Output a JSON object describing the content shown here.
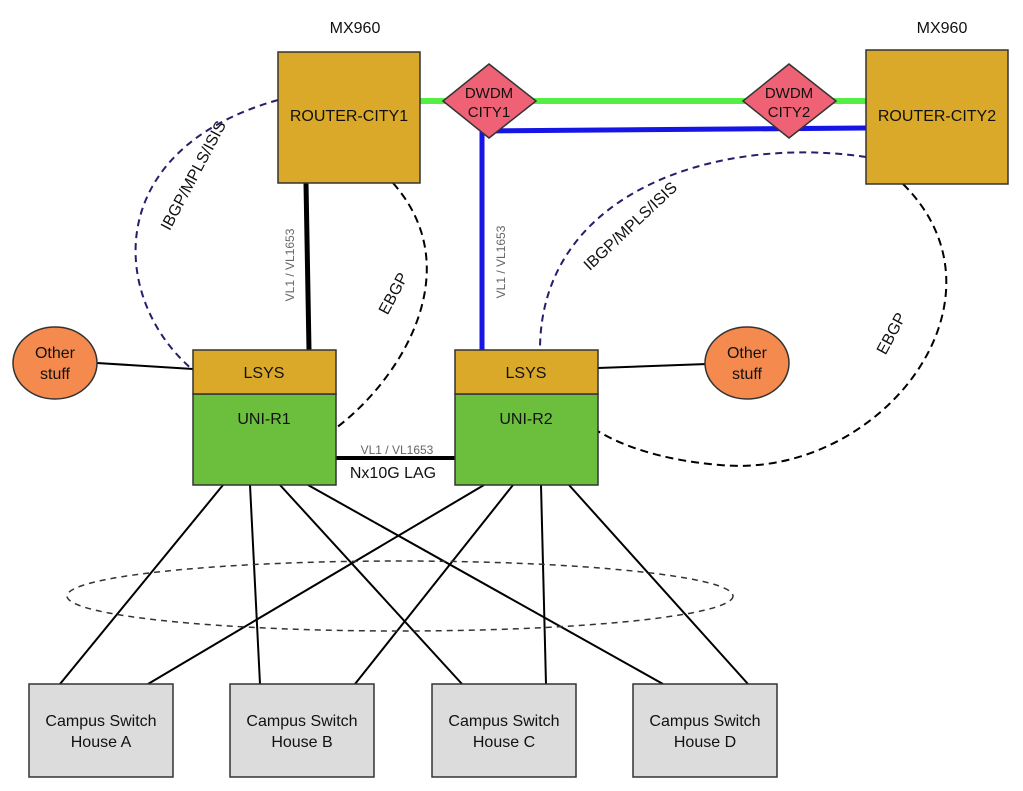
{
  "routers": {
    "city1": {
      "model": "MX960",
      "name": "ROUTER-CITY1"
    },
    "city2": {
      "model": "MX960",
      "name": "ROUTER-CITY2"
    }
  },
  "dwdm": {
    "city1": {
      "line1": "DWDM",
      "line2": "CITY1"
    },
    "city2": {
      "line1": "DWDM",
      "line2": "CITY2"
    }
  },
  "uni": {
    "r1": {
      "lsys": "LSYS",
      "name": "UNI-R1"
    },
    "r2": {
      "lsys": "LSYS",
      "name": "UNI-R2"
    }
  },
  "other": {
    "line1": "Other",
    "line2": "stuff"
  },
  "links": {
    "vl_left": "VL1 / VL1653",
    "vl_mid": "VL1 / VL1653",
    "vl_lag": "VL1 / VL1653",
    "lag": "Nx10G LAG",
    "ibgp_left": "IBGP/MPLS/ISIS",
    "ibgp_right": "IBGP/MPLS/ISIS",
    "ebgp_left": "EBGP",
    "ebgp_right": "EBGP"
  },
  "switches": [
    {
      "line1": "Campus Switch",
      "line2": "House A"
    },
    {
      "line1": "Campus Switch",
      "line2": "House B"
    },
    {
      "line1": "Campus Switch",
      "line2": "House C"
    },
    {
      "line1": "Campus Switch",
      "line2": "House D"
    }
  ],
  "colors": {
    "router": "#dba92a",
    "dwdm": "#ef6276",
    "uni": "#6cbf3c",
    "other": "#f58a4e",
    "switch": "#dcdcdc",
    "green_link": "#55ee44",
    "blue_link": "#1515e6",
    "ibgp_dash": "#2a1b6b"
  }
}
